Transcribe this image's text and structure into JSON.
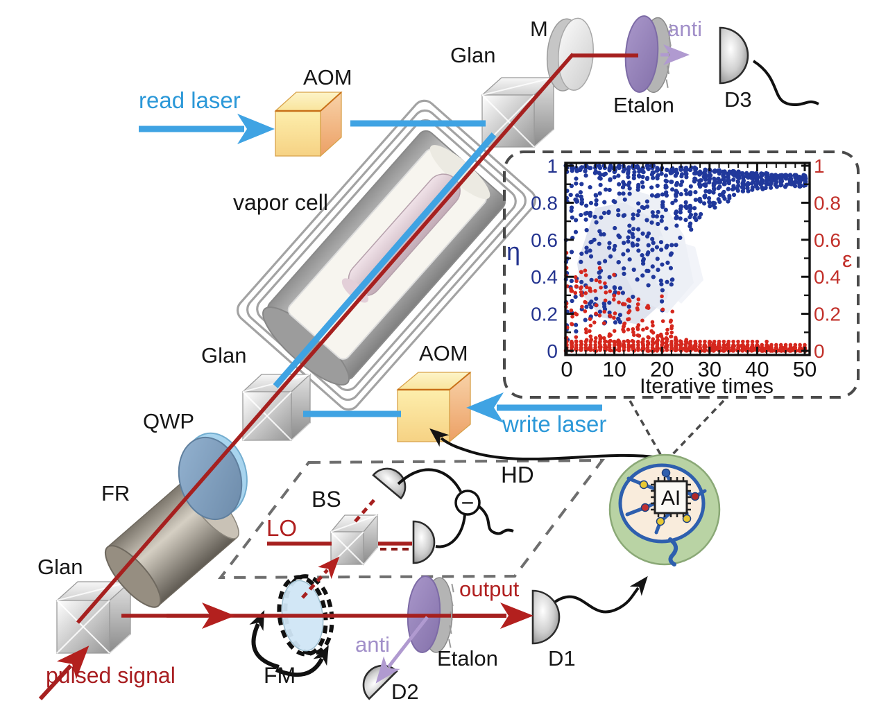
{
  "labels": {
    "read_laser": "read laser",
    "write_laser": "write laser",
    "pulsed_signal": "pulsed signal",
    "vapor_cell": "vapor cell",
    "aom_top": "AOM",
    "aom_mid": "AOM",
    "glan_top": "Glan",
    "glan_mid": "Glan",
    "glan_bottom": "Glan",
    "mirror": "M",
    "etalon_top": "Etalon",
    "etalon_bottom": "Etalon",
    "anti_top": "anti",
    "anti_bottom": "anti",
    "d1": "D1",
    "d2": "D2",
    "d3": "D3",
    "qwp": "QWP",
    "fr": "FR",
    "lo": "LO",
    "bs": "BS",
    "hd": "HD",
    "fm": "FM",
    "output": "output",
    "minus": "−",
    "ai_chip": "AI"
  },
  "colors": {
    "beam_blue": "#3fa3e3",
    "beam_red": "#a6201f",
    "anti_purple": "#b09ad0",
    "chart_blue": "#20389b",
    "chart_red": "#d5271d",
    "left_axis": "#23338f",
    "right_axis": "#c2302a",
    "ai_green": "#b9d3a4",
    "dashed_gray": "#5a5a5a"
  },
  "chart_data": {
    "type": "scatter",
    "title": "",
    "xlabel": "Iterative times",
    "ylabel_left": "η",
    "ylabel_right": "ε",
    "xlim": [
      0,
      50
    ],
    "ylim_left": [
      0,
      1
    ],
    "ylim_right": [
      0,
      1
    ],
    "grid": false,
    "legend": null,
    "x_ticks": [
      "0",
      "10",
      "20",
      "30",
      "40",
      "50"
    ],
    "y_ticks_left": [
      "0",
      "0.2",
      "0.4",
      "0.6",
      "0.8",
      "1"
    ],
    "y_ticks_right": [
      "0",
      "0.2",
      "0.4",
      "0.6",
      "0.8",
      "1"
    ],
    "description": "Retrieval efficiency η (blue, left axis) converges toward ~0.9-0.95 while error ε (red, right axis) converges toward 0 as AI optimization iterates from 0 to 50.",
    "series": [
      {
        "name": "η",
        "axis": "left",
        "color": "#20389b",
        "x_step": 1,
        "envelope_min": [
          0.02,
          0.05,
          0.06,
          0.05,
          0.08,
          0.08,
          0.1,
          0.1,
          0.12,
          0.12,
          0.15,
          0.15,
          0.18,
          0.22,
          0.2,
          0.28,
          0.32,
          0.3,
          0.38,
          0.42,
          0.2,
          0.33,
          0.3,
          0.55,
          0.6,
          0.65,
          0.62,
          0.7,
          0.72,
          0.75,
          0.78,
          0.76,
          0.8,
          0.82,
          0.8,
          0.84,
          0.85,
          0.85,
          0.86,
          0.86,
          0.87,
          0.87,
          0.88,
          0.88,
          0.88,
          0.89,
          0.88,
          0.89,
          0.89,
          0.88,
          0.89
        ],
        "envelope_max": [
          1,
          1,
          1,
          1,
          1,
          1,
          1,
          1,
          1,
          1,
          1,
          1,
          1,
          1,
          1,
          1,
          1,
          1,
          1,
          1,
          1,
          0.99,
          0.99,
          0.99,
          0.99,
          0.99,
          0.99,
          0.99,
          0.98,
          0.98,
          0.98,
          0.98,
          0.98,
          0.97,
          0.97,
          0.97,
          0.97,
          0.96,
          0.96,
          0.96,
          0.96,
          0.96,
          0.96,
          0.95,
          0.95,
          0.95,
          0.95,
          0.95,
          0.95,
          0.94,
          0.95
        ]
      },
      {
        "name": "ε",
        "axis": "right",
        "color": "#d5271d",
        "x_step": 1,
        "envelope_min": [
          0,
          0,
          0,
          0,
          0,
          0,
          0,
          0,
          0,
          0,
          0,
          0,
          0,
          0,
          0,
          0,
          0,
          0,
          0,
          0,
          0,
          0,
          0,
          0,
          0,
          0,
          0,
          0,
          0,
          0,
          0,
          0,
          0,
          0,
          0,
          0,
          0,
          0,
          0,
          0,
          0,
          0,
          0,
          0,
          0,
          0,
          0,
          0,
          0,
          0,
          0
        ],
        "envelope_max": [
          0.55,
          0.5,
          0.48,
          0.52,
          0.45,
          0.42,
          0.4,
          0.45,
          0.38,
          0.35,
          0.42,
          0.32,
          0.3,
          0.28,
          0.25,
          0.3,
          0.22,
          0.25,
          0.18,
          0.15,
          0.3,
          0.12,
          0.22,
          0.08,
          0.06,
          0.08,
          0.05,
          0.05,
          0.06,
          0.04,
          0.05,
          0.04,
          0.04,
          0.03,
          0.04,
          0.03,
          0.03,
          0.03,
          0.03,
          0.03,
          0.03,
          0.02,
          0.03,
          0.02,
          0.02,
          0.02,
          0.02,
          0.02,
          0.02,
          0.02,
          0.02
        ]
      }
    ]
  }
}
